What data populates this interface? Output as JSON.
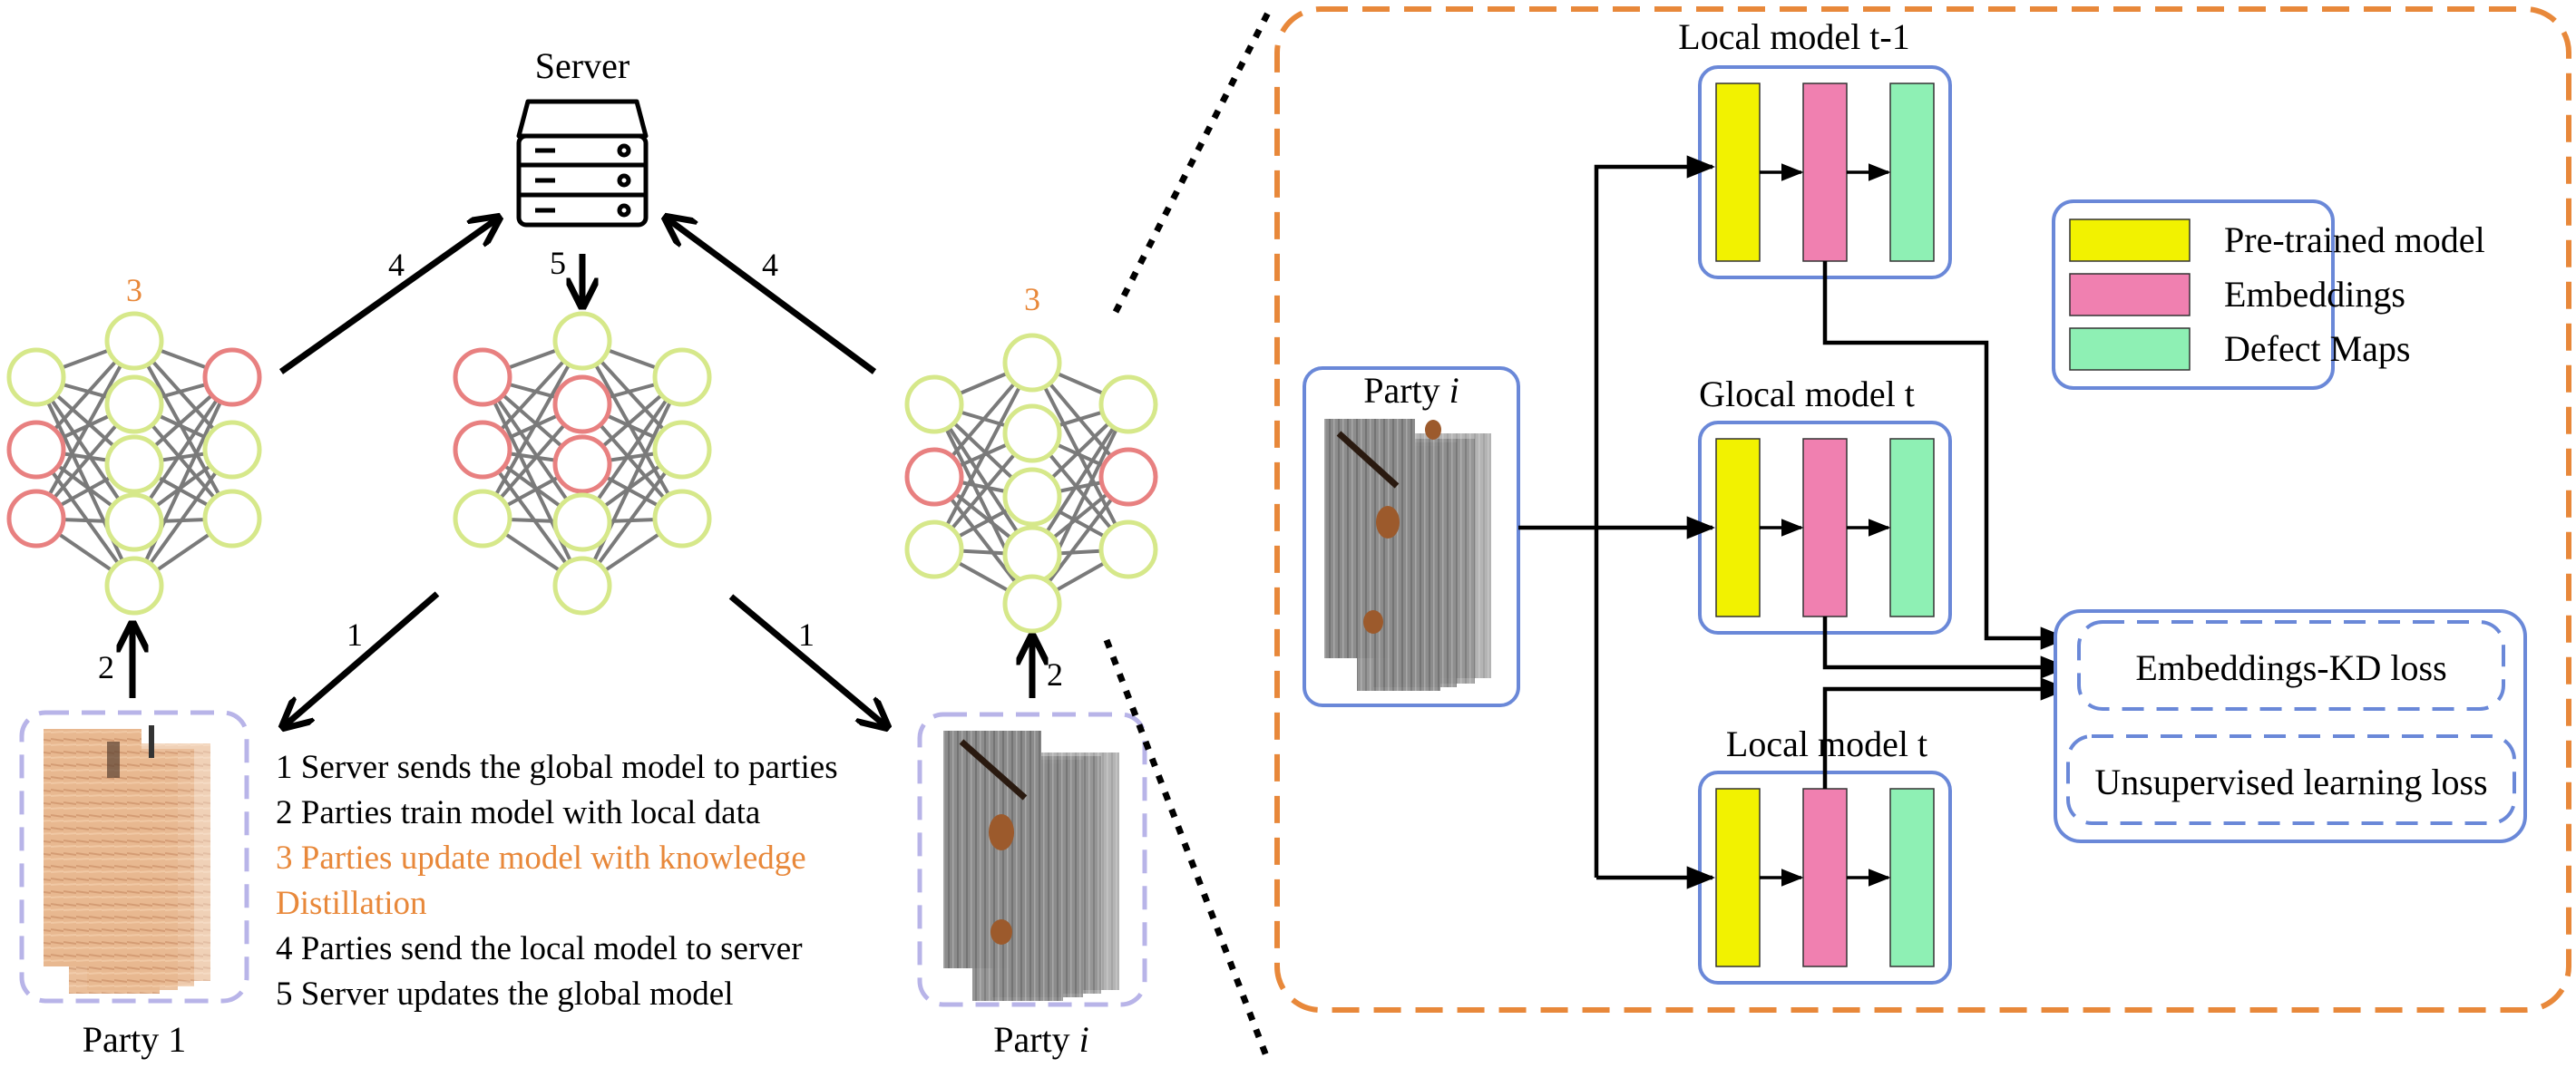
{
  "server_label": "Server",
  "party_1_label": "Party 1",
  "party_i_label": {
    "prefix": "Party ",
    "var": "i"
  },
  "step_numbers": {
    "send": "1",
    "train": "2",
    "distill": "3",
    "upload": "4",
    "update": "5"
  },
  "legend_steps": [
    {
      "text": "1 Server sends the global model to parties",
      "highlight": false
    },
    {
      "text": "2 Parties train model with local data",
      "highlight": false
    },
    {
      "text": "3 Parties update model with knowledge",
      "highlight": true
    },
    {
      "text": "Distillation",
      "highlight": true
    },
    {
      "text": "4 Parties send the local model to server",
      "highlight": false
    },
    {
      "text": "5 Server updates the global model",
      "highlight": false
    }
  ],
  "detail": {
    "local_model_prev": "Local model t-1",
    "glocal_model": "Glocal model t",
    "local_model_curr": "Local model t",
    "party_label": {
      "prefix": "Party ",
      "var": "i"
    },
    "legend": [
      {
        "label": "Pre-trained model",
        "color": "#F2F200"
      },
      {
        "label": "Embeddings",
        "color": "#F080B0"
      },
      {
        "label": "Defect Maps",
        "color": "#8EF0B4"
      }
    ],
    "losses": [
      "Embeddings-KD loss",
      "Unsupervised learning loss"
    ]
  },
  "colors": {
    "accent_orange": "#E8883A",
    "node_green": "#D6E88A",
    "node_red": "#E88080",
    "box_blue": "#6A88D8",
    "dashed_purple": "#B8B4E8"
  },
  "icons": [
    "server-icon"
  ]
}
